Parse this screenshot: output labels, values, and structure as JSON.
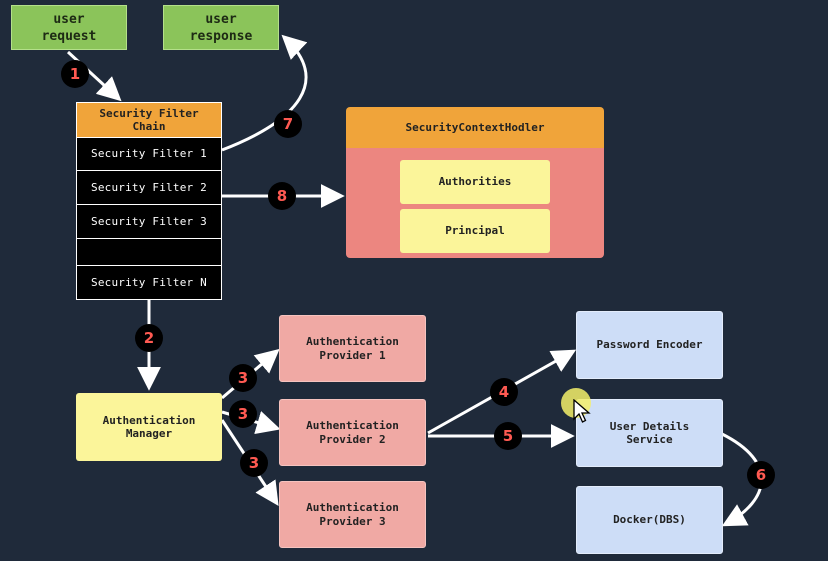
{
  "user_request": "user\nrequest",
  "user_response": "user\nresponse",
  "filter_chain": {
    "title": "Security Filter Chain",
    "filters": [
      "Security Filter 1",
      "Security Filter 2",
      "Security Filter 3",
      "",
      "Security Filter N"
    ]
  },
  "security_context": {
    "title": "SecurityContextHodler",
    "authorities": "Authorities",
    "principal": "Principal"
  },
  "authentication_manager": "Authentication Manager",
  "providers": [
    "Authentication Provider 1",
    "Authentication Provider 2",
    "Authentication Provider 3"
  ],
  "password_encoder": "Password Encoder",
  "user_details_service": "User Details Service",
  "docker_dbs": "Docker(DBS)",
  "steps": [
    "1",
    "2",
    "3",
    "3",
    "3",
    "4",
    "5",
    "6",
    "7",
    "8"
  ],
  "colors": {
    "background": "#1f2a3a",
    "badge_text": "#ff5a52",
    "orange": "#f0a43a",
    "green": "#8bc45a",
    "yellow": "#fbf59a",
    "pink": "#f0a9a4",
    "blue": "#cdddf7",
    "salmon": "#ec8680"
  }
}
